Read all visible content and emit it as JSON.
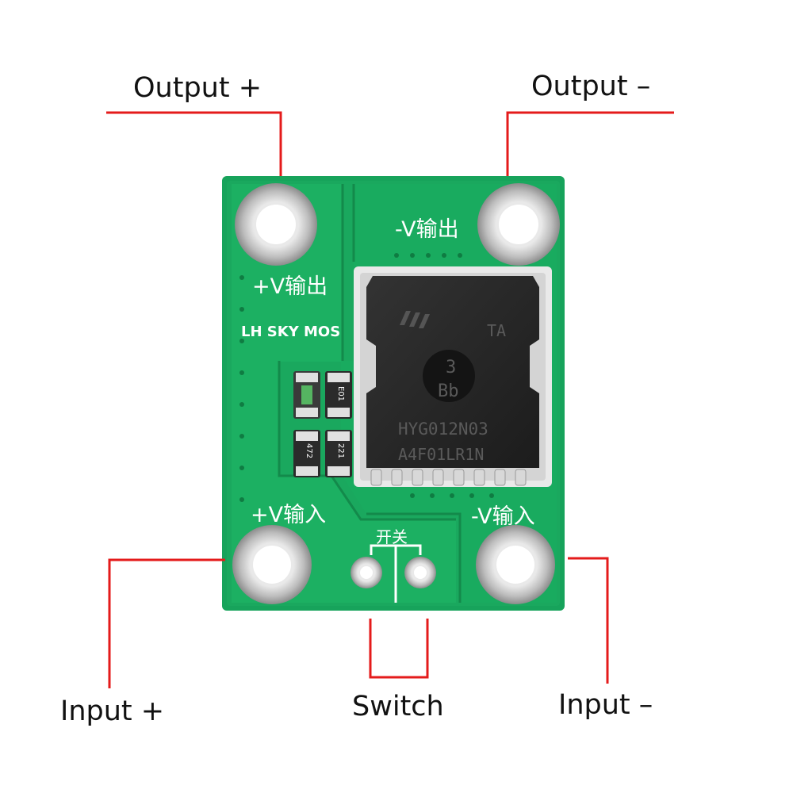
{
  "callouts": {
    "output_plus": "Output +",
    "output_minus": "Output –",
    "input_plus": "Input +",
    "input_minus": "Input –",
    "switch": "Switch"
  },
  "board": {
    "silkscreen": {
      "neg_output": "-V输出",
      "pos_output": "+V输出",
      "brand": "LH SKY MOS",
      "pos_input": "+V输入",
      "neg_input": "-V输入",
      "switch_label": "开关"
    },
    "mosfet": {
      "logo_text": "TA",
      "line1": "3",
      "line2": "Bb",
      "part_number": "HYG012N03",
      "lot_code": "A4F01LR1N"
    },
    "resistors": {
      "r1": "E01",
      "r2": "472",
      "r3": "221"
    }
  },
  "colors": {
    "pcb_green": "#18a65d",
    "callout_line": "#e41b1b",
    "pad_silver": "#c9c9c9",
    "chip_black": "#262626"
  }
}
